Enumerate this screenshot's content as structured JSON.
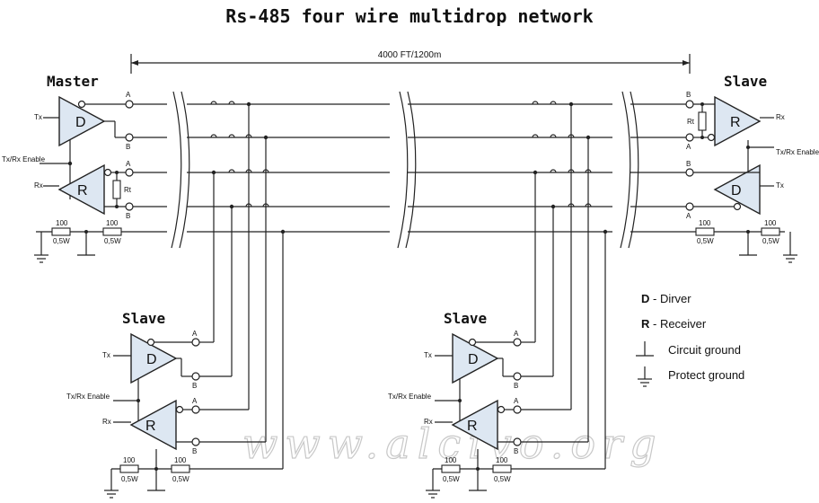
{
  "title": "Rs-485 four wire multidrop network",
  "span_label": "4000 FT/1200m",
  "nodes": {
    "master": "Master",
    "slave_right": "Slave",
    "slave_left": "Slave",
    "slave_center": "Slave"
  },
  "gates": {
    "driver": "D",
    "receiver": "R"
  },
  "pins": {
    "a": "A",
    "b": "B",
    "tx": "Tx",
    "rx": "Rx",
    "enable": "Tx/Rx Enable",
    "rt": "Rt"
  },
  "resistor": {
    "value": "100",
    "power": "0,5W"
  },
  "legend": {
    "driver_key": "D",
    "driver_text": " - Dirver",
    "receiver_key": "R",
    "receiver_text": " - Receiver",
    "circuit_ground": "Circuit ground",
    "protect_ground": "Protect ground"
  },
  "watermark": "www.alcivo.org"
}
